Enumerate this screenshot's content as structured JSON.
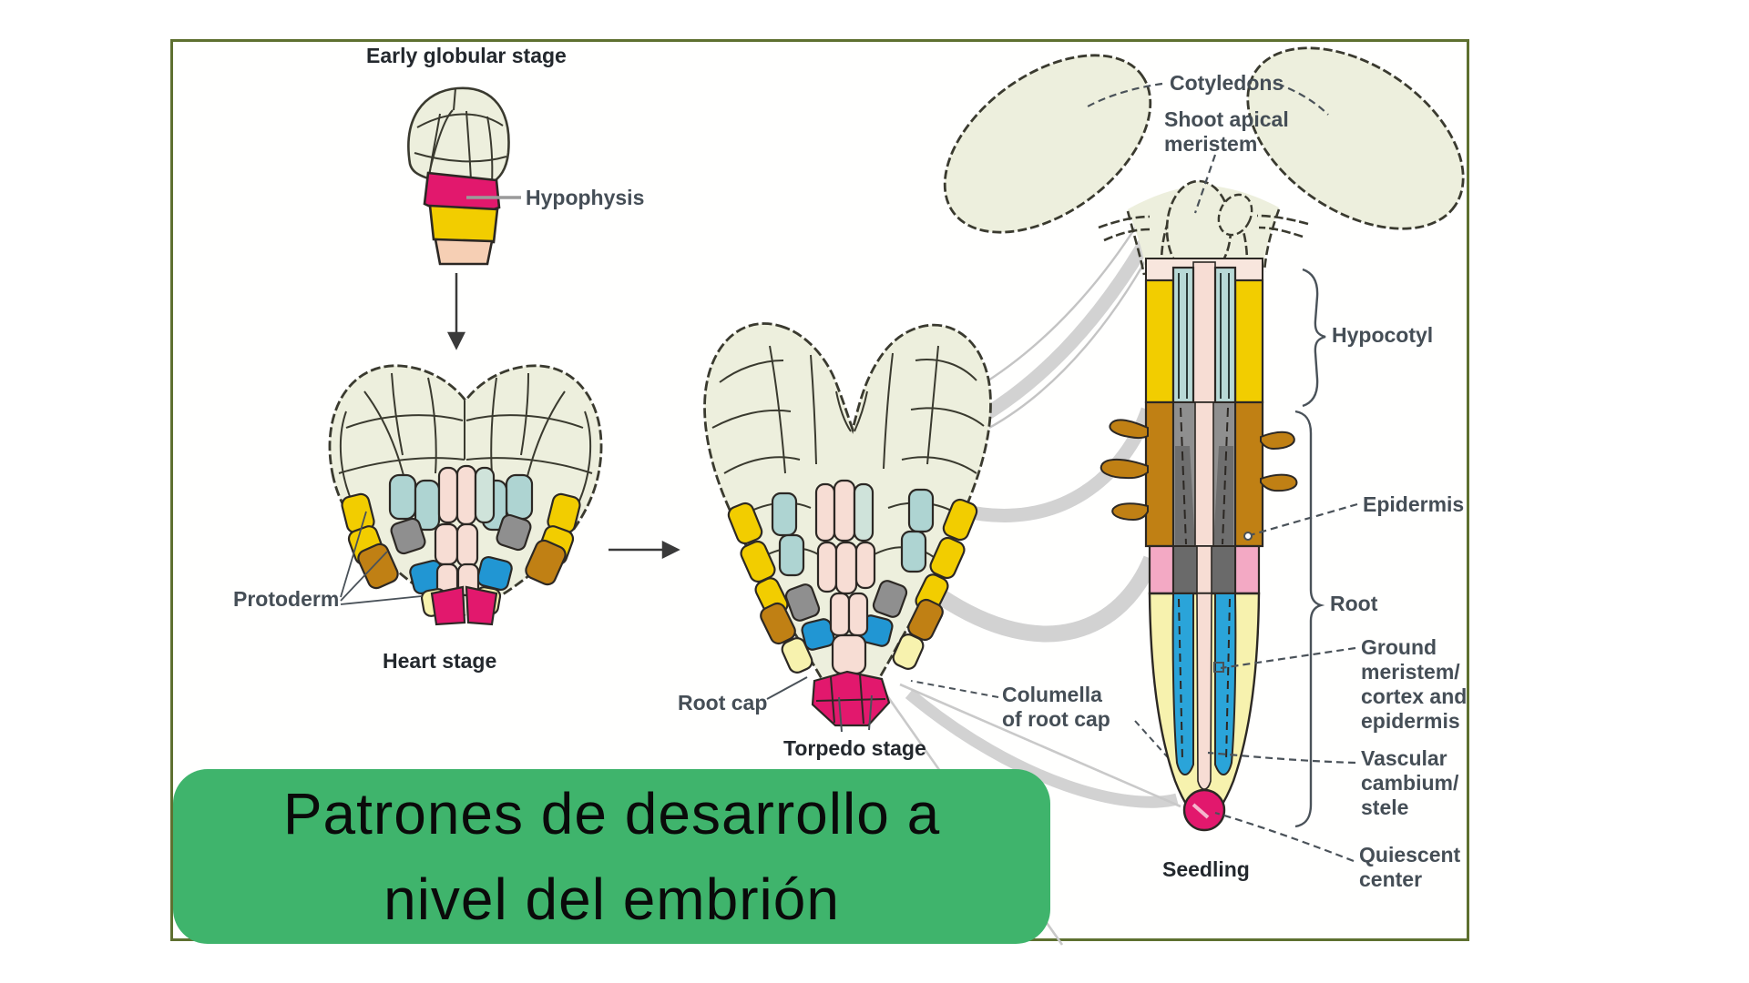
{
  "title": {
    "line1": "Patrones de desarrollo a",
    "line2": "nivel del embrión"
  },
  "figure": {
    "stages": [
      {
        "id": "early_globular",
        "label": "Early globular stage"
      },
      {
        "id": "heart",
        "label": "Heart stage"
      },
      {
        "id": "torpedo",
        "label": "Torpedo stage"
      },
      {
        "id": "seedling",
        "label": "Seedling"
      }
    ],
    "annotations": {
      "hypophysis": "Hypophysis",
      "protoderm": "Protoderm",
      "root_cap": "Root cap",
      "columella": "Columella\nof root cap",
      "cotyledons": "Cotyledons",
      "shoot_apical_meristem": "Shoot apical\nmeristem",
      "hypocotyl": "Hypocotyl",
      "epidermis": "Epidermis",
      "root": "Root",
      "ground_meristem": "Ground\nmeristem/\ncortex and\nepidermis",
      "vascular_cambium": "Vascular\ncambium/\nstele",
      "quiescent_center": "Quiescent\ncenter"
    }
  },
  "colors": {
    "title_box_green": "#3fb46c",
    "panel_border_olive": "#5e7030",
    "cell_cream": "#edefdd",
    "cell_outline": "#3a3a2f",
    "magenta": "#e2186d",
    "yellow": "#f2cd00",
    "pale_yellow": "#f7f2ae",
    "teal": "#aed4d2",
    "pale_pink": "#f7ddd4",
    "peach": "#f6cfb4",
    "ochre": "#c08014",
    "bright_blue": "#2196d3",
    "root_blue": "#2aa4d9",
    "gray_cell": "#8f8f8f",
    "pink_band": "#f3a9c4",
    "label_text": "#454e56",
    "connector_gray": "#d2d2d2"
  }
}
